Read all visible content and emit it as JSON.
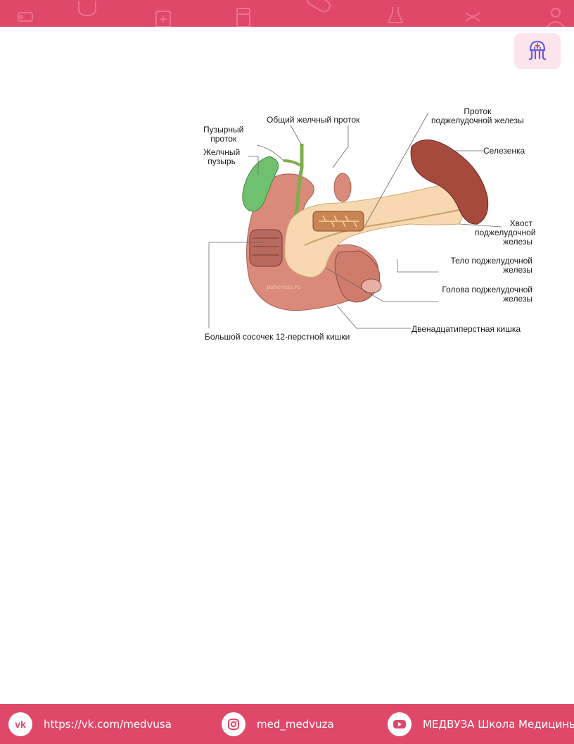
{
  "header": {
    "decor_icons": [
      "syringe-icon",
      "tooth-icon",
      "first-aid-kit-icon",
      "pill-bottle-icon",
      "capsule-icon",
      "flask-icon",
      "dna-icon",
      "doctor-icon"
    ],
    "logo_icon": "medvuza-octopus-logo-icon",
    "colors": {
      "band": "#e0486a",
      "logo_bg": "#fde4ec",
      "logo_fg": "#6b5bd6"
    }
  },
  "figure": {
    "labels": {
      "cystic_duct": "Пузырный\nпроток",
      "gallbladder": "Желчный\nпузырь",
      "common_bile_duct": "Общий желчный проток",
      "pancreatic_duct": "Проток\nподжелудочной железы",
      "spleen": "Селезенка",
      "tail": "Хвост\nподжелудочной\nжелезы",
      "body": "Тело поджелудочной\nжелезы",
      "head": "Голова поджелудочной\nжелезы",
      "duodenum": "Двенадцатиперстная кишка",
      "papilla": "Большой сосочек 12-перстной кишки",
      "watermark": "pancreas.ru"
    }
  },
  "footer": {
    "vk": {
      "icon": "vk-icon",
      "text": "https://vk.com/medvusa"
    },
    "instagram": {
      "icon": "instagram-icon",
      "text": "med_medvuza"
    },
    "youtube": {
      "icon": "youtube-icon",
      "text": "МЕДВУЗА Школа Медицины"
    }
  }
}
